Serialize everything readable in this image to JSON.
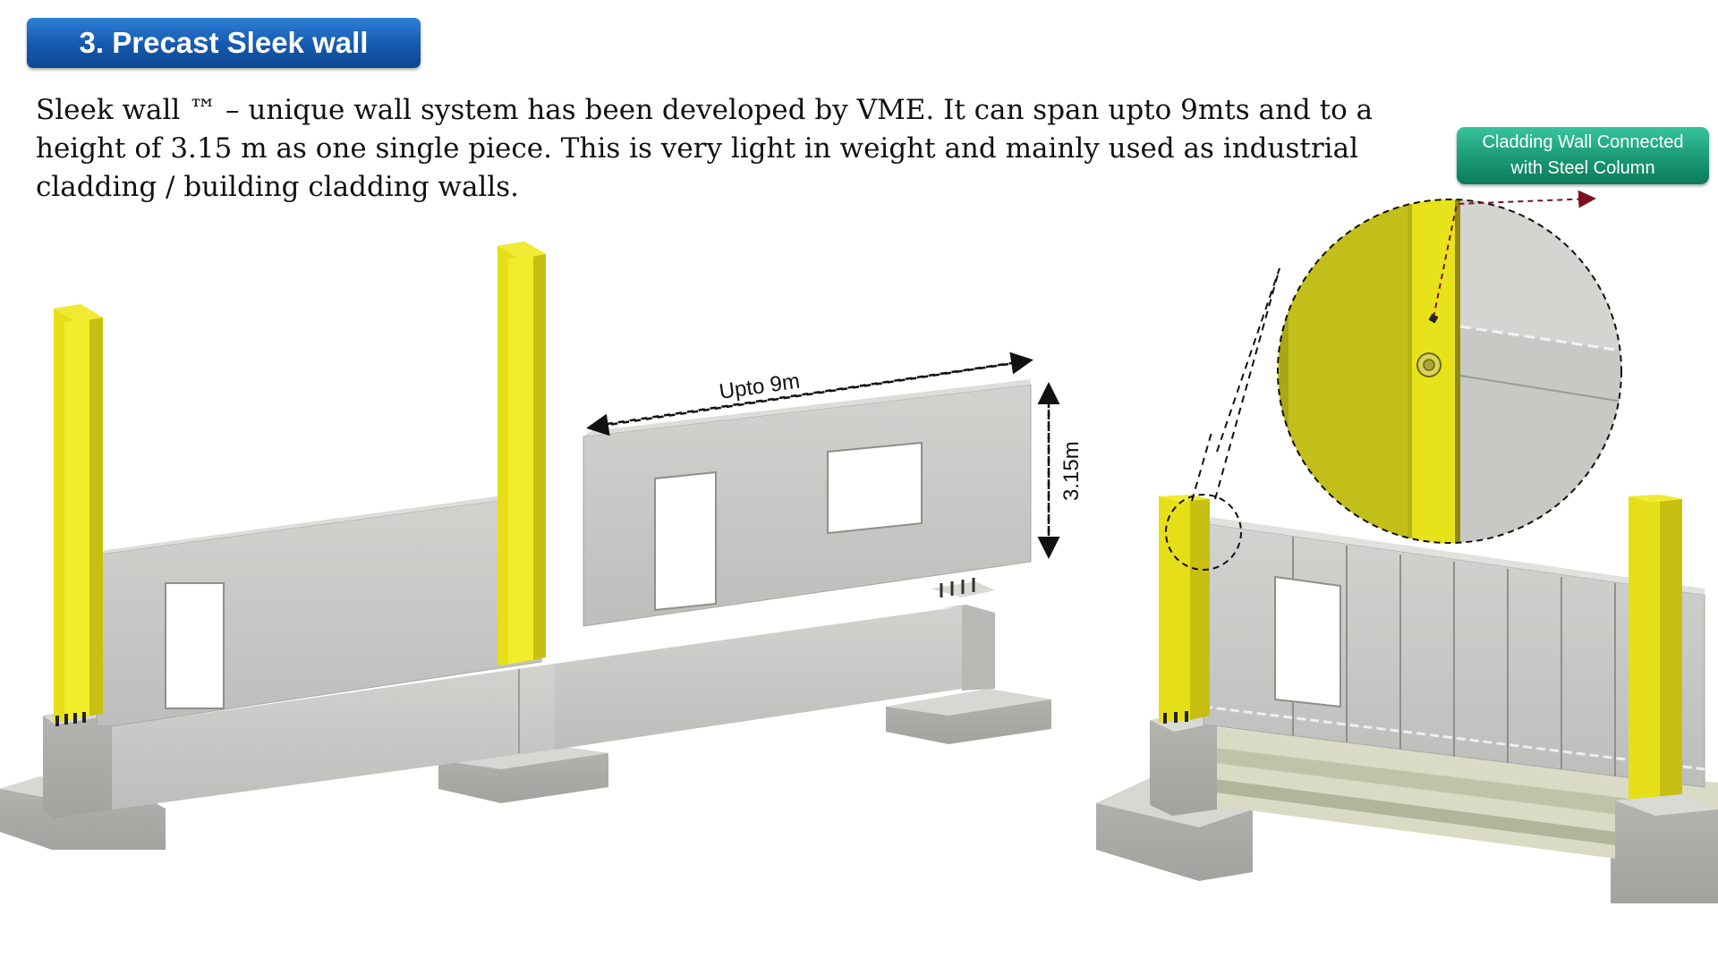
{
  "title": "3. Precast Sleek wall",
  "description": "Sleek wall ™ – unique wall system has been developed by VME. It can span upto 9mts and to a height of 3.15 m as one single piece. This is very light in weight and mainly used as industrial cladding / building cladding walls.",
  "labels": {
    "span": "Upto 9m",
    "height": "3.15m"
  },
  "callout": "Cladding Wall Connected\nwith Steel Column",
  "colors": {
    "title_bg": "#1a5fb4",
    "callout_bg": "#1fa37e",
    "steel_column": "#e8e21a",
    "concrete": "#c9cac6"
  }
}
